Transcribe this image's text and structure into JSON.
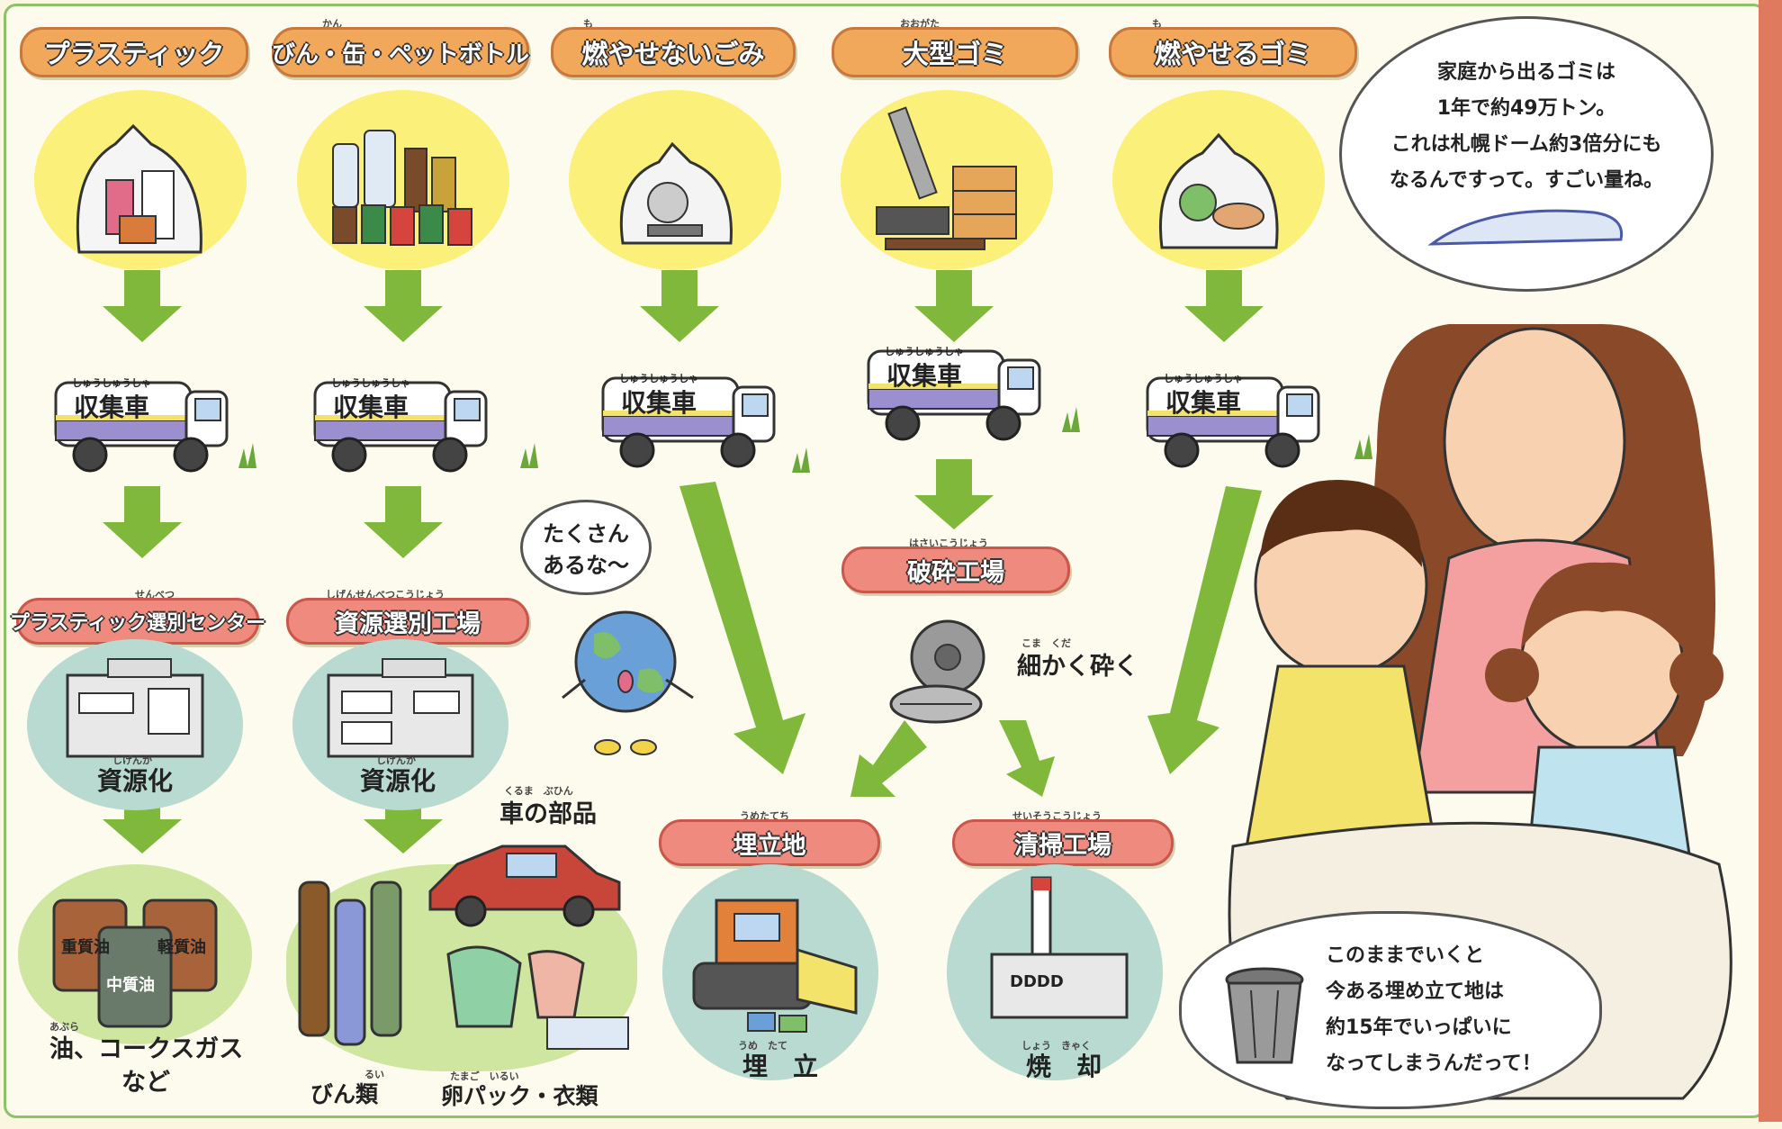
{
  "categories": [
    {
      "label": "プラスティック",
      "ruby": ""
    },
    {
      "label": "びん・缶・ペットボトル",
      "ruby": "かん"
    },
    {
      "label": "燃やせないごみ",
      "ruby": "も"
    },
    {
      "label": "大型ゴミ",
      "ruby": "おおがた"
    },
    {
      "label": "燃やせるゴミ",
      "ruby": "も"
    }
  ],
  "truck": {
    "label": "収集車",
    "ruby": "しゅうしゅうしゃ"
  },
  "facilities": {
    "plastic_center": {
      "label": "プラスティック選別センター",
      "ruby": "せんべつ"
    },
    "resource_plant": {
      "label": "資源選別工場",
      "ruby": "しげんせんべつこうじょう"
    },
    "crushing_plant": {
      "label": "破砕工場",
      "ruby": "はさいこうじょう"
    },
    "landfill": {
      "label": "埋立地",
      "ruby": "うめたてち"
    },
    "incinerator": {
      "label": "清掃工場",
      "ruby": "せいそうこうじょう"
    }
  },
  "process": {
    "recycle1": {
      "label": "資源化",
      "ruby": "しげんか"
    },
    "recycle2": {
      "label": "資源化",
      "ruby": "しげんか"
    },
    "crush": {
      "label": "細かく砕く",
      "ruby": "こま　くだ"
    },
    "landfill_action": {
      "label": "埋　立",
      "ruby": "うめ　たて"
    },
    "burn_action": {
      "label": "焼　却",
      "ruby": "しょう　きゃく"
    }
  },
  "products": {
    "oil_label": "油、コークスガス",
    "oil_label2": "など",
    "oil_ruby": "あぶら",
    "heavy_oil": "重質油",
    "light_oil": "軽質油",
    "medium_oil": "中質油",
    "car_parts": "車の部品",
    "car_parts_ruby": "くるま　ぶひん",
    "bottles": "びん類",
    "bottles_ruby": "るい",
    "egg_clothes": "卵パック・衣類",
    "egg_clothes_ruby": "たまご　いるい"
  },
  "earth_bubble": {
    "line1": "たくさん",
    "line2": "あるな〜"
  },
  "mother_bubble": {
    "line1": "家庭から出るゴミは",
    "line2": "1年で約49万トン。",
    "line3": "これは札幌ドーム約3倍分にも",
    "line4": "なるんですって。すごい量ね。"
  },
  "bottom_bubble": {
    "line1": "このままでいくと",
    "line2": "今ある埋め立て地は",
    "line3": "約15年でいっぱいに",
    "line4": "なってしまうんだって！"
  },
  "factory_windows": "DDDD",
  "colors": {
    "orange_pill": "#f2a85b",
    "pink_pill": "#ef8a7e",
    "arrow": "#7fb83a",
    "yellow_disc": "#fbf07a",
    "teal_disc": "#b8dad0"
  }
}
